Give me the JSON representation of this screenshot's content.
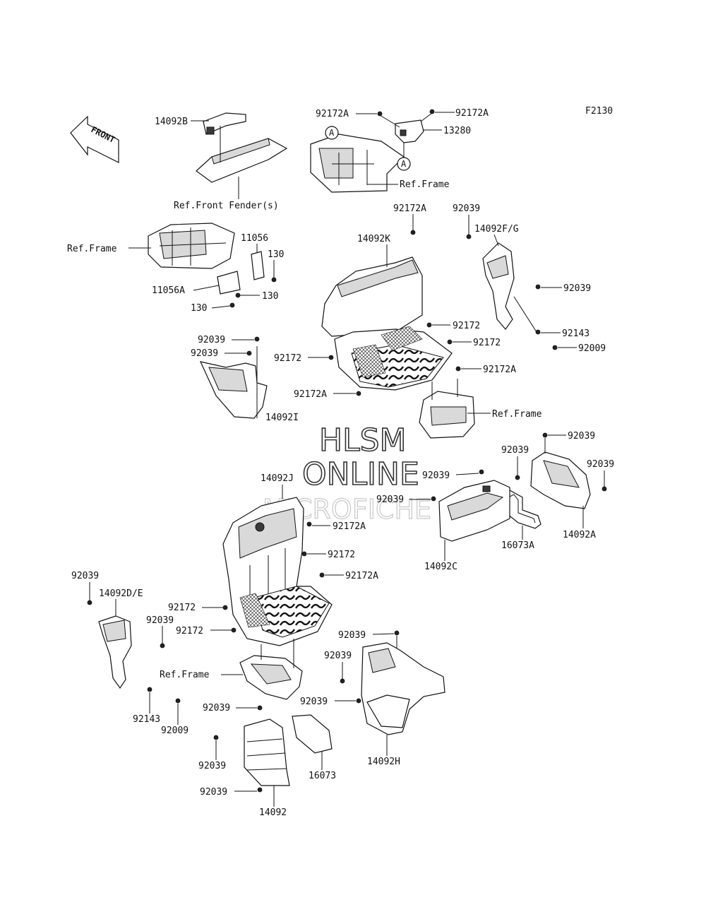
{
  "diagram_code": "F2130",
  "front_marker": {
    "text": "FRONT",
    "icon": "front-arrow-icon"
  },
  "circle_markers": [
    "A",
    "A"
  ],
  "watermark": {
    "line1": "HLSM",
    "line2": "ONLINE",
    "line3": "MICROFICHE"
  },
  "labels": {
    "l_14092B": "14092B",
    "l_ref_front_fender": "Ref.Front Fender(s)",
    "l_92172A_a": "92172A",
    "l_92172A_b": "92172A",
    "l_13280": "13280",
    "l_ref_frame_a": "Ref.Frame",
    "l_ref_frame_b": "Ref.Frame",
    "l_11056": "11056",
    "l_130_a": "130",
    "l_11056A": "11056A",
    "l_130_b": "130",
    "l_130_c": "130",
    "l_92172A_c": "92172A",
    "l_92039_a": "92039",
    "l_14092K": "14092K",
    "l_14092FG": "14092F/G",
    "l_92039_b": "92039",
    "l_92172_a": "92172",
    "l_92143_a": "92143",
    "l_92172_b": "92172",
    "l_92009_a": "92009",
    "l_92039_c": "92039",
    "l_92039_d": "92039",
    "l_92172_c": "92172",
    "l_92172A_d": "92172A",
    "l_92172A_e": "92172A",
    "l_14092I": "14092I",
    "l_ref_frame_c": "Ref.Frame",
    "l_92039_e": "92039",
    "l_92039_f": "92039",
    "l_92039_g": "92039",
    "l_92039_h": "92039",
    "l_14092J": "14092J",
    "l_92039_i": "92039",
    "l_92172A_f": "92172A",
    "l_16073A": "16073A",
    "l_14092A": "14092A",
    "l_92172_d": "92172",
    "l_14092C": "14092C",
    "l_92172A_g": "92172A",
    "l_92039_j": "92039",
    "l_14092DE": "14092D/E",
    "l_92172_e": "92172",
    "l_92039_k": "92039",
    "l_92172_f": "92172",
    "l_92039_l": "92039",
    "l_92039_m": "92039",
    "l_ref_frame_d": "Ref.Frame",
    "l_92039_n": "92039",
    "l_92143_b": "92143",
    "l_92009_b": "92009",
    "l_92039_o": "92039",
    "l_92039_p": "92039",
    "l_16073": "16073",
    "l_14092H": "14092H",
    "l_92039_q": "92039",
    "l_14092": "14092"
  }
}
